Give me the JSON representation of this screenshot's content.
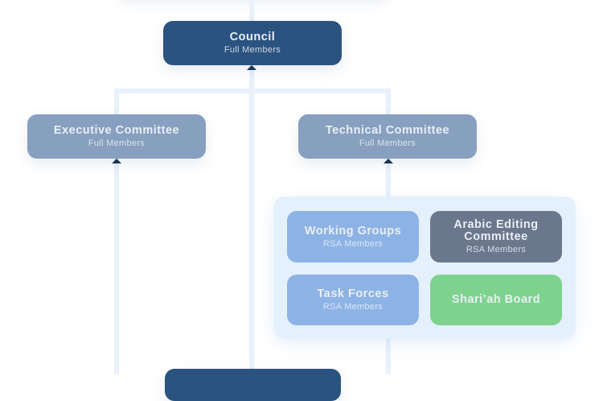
{
  "diagram": {
    "colors": {
      "council": "#2b5380",
      "committee": "#87a0bf",
      "rsa_group": "#8db3e6",
      "arabic_editing": "#6b778c",
      "shariah": "#7dd38d",
      "connector": "#e8f1fc",
      "group_container": "#e4f1fd",
      "arrow": "#1e3555"
    },
    "council": {
      "title": "Council",
      "subtitle": "Full Members"
    },
    "executive_committee": {
      "title": "Executive Committee",
      "subtitle": "Full Members"
    },
    "technical_committee": {
      "title": "Technical Committee",
      "subtitle": "Full Members"
    },
    "technical_groups": [
      {
        "title": "Working Groups",
        "subtitle": "RSA Members"
      },
      {
        "title": "Arabic Editing Committee",
        "title_line1": "Arabic Editing",
        "title_line2": "Committee",
        "subtitle": "RSA Members"
      },
      {
        "title": "Task Forces",
        "subtitle": "RSA Members"
      },
      {
        "title": "Shari’ah Board"
      }
    ]
  }
}
